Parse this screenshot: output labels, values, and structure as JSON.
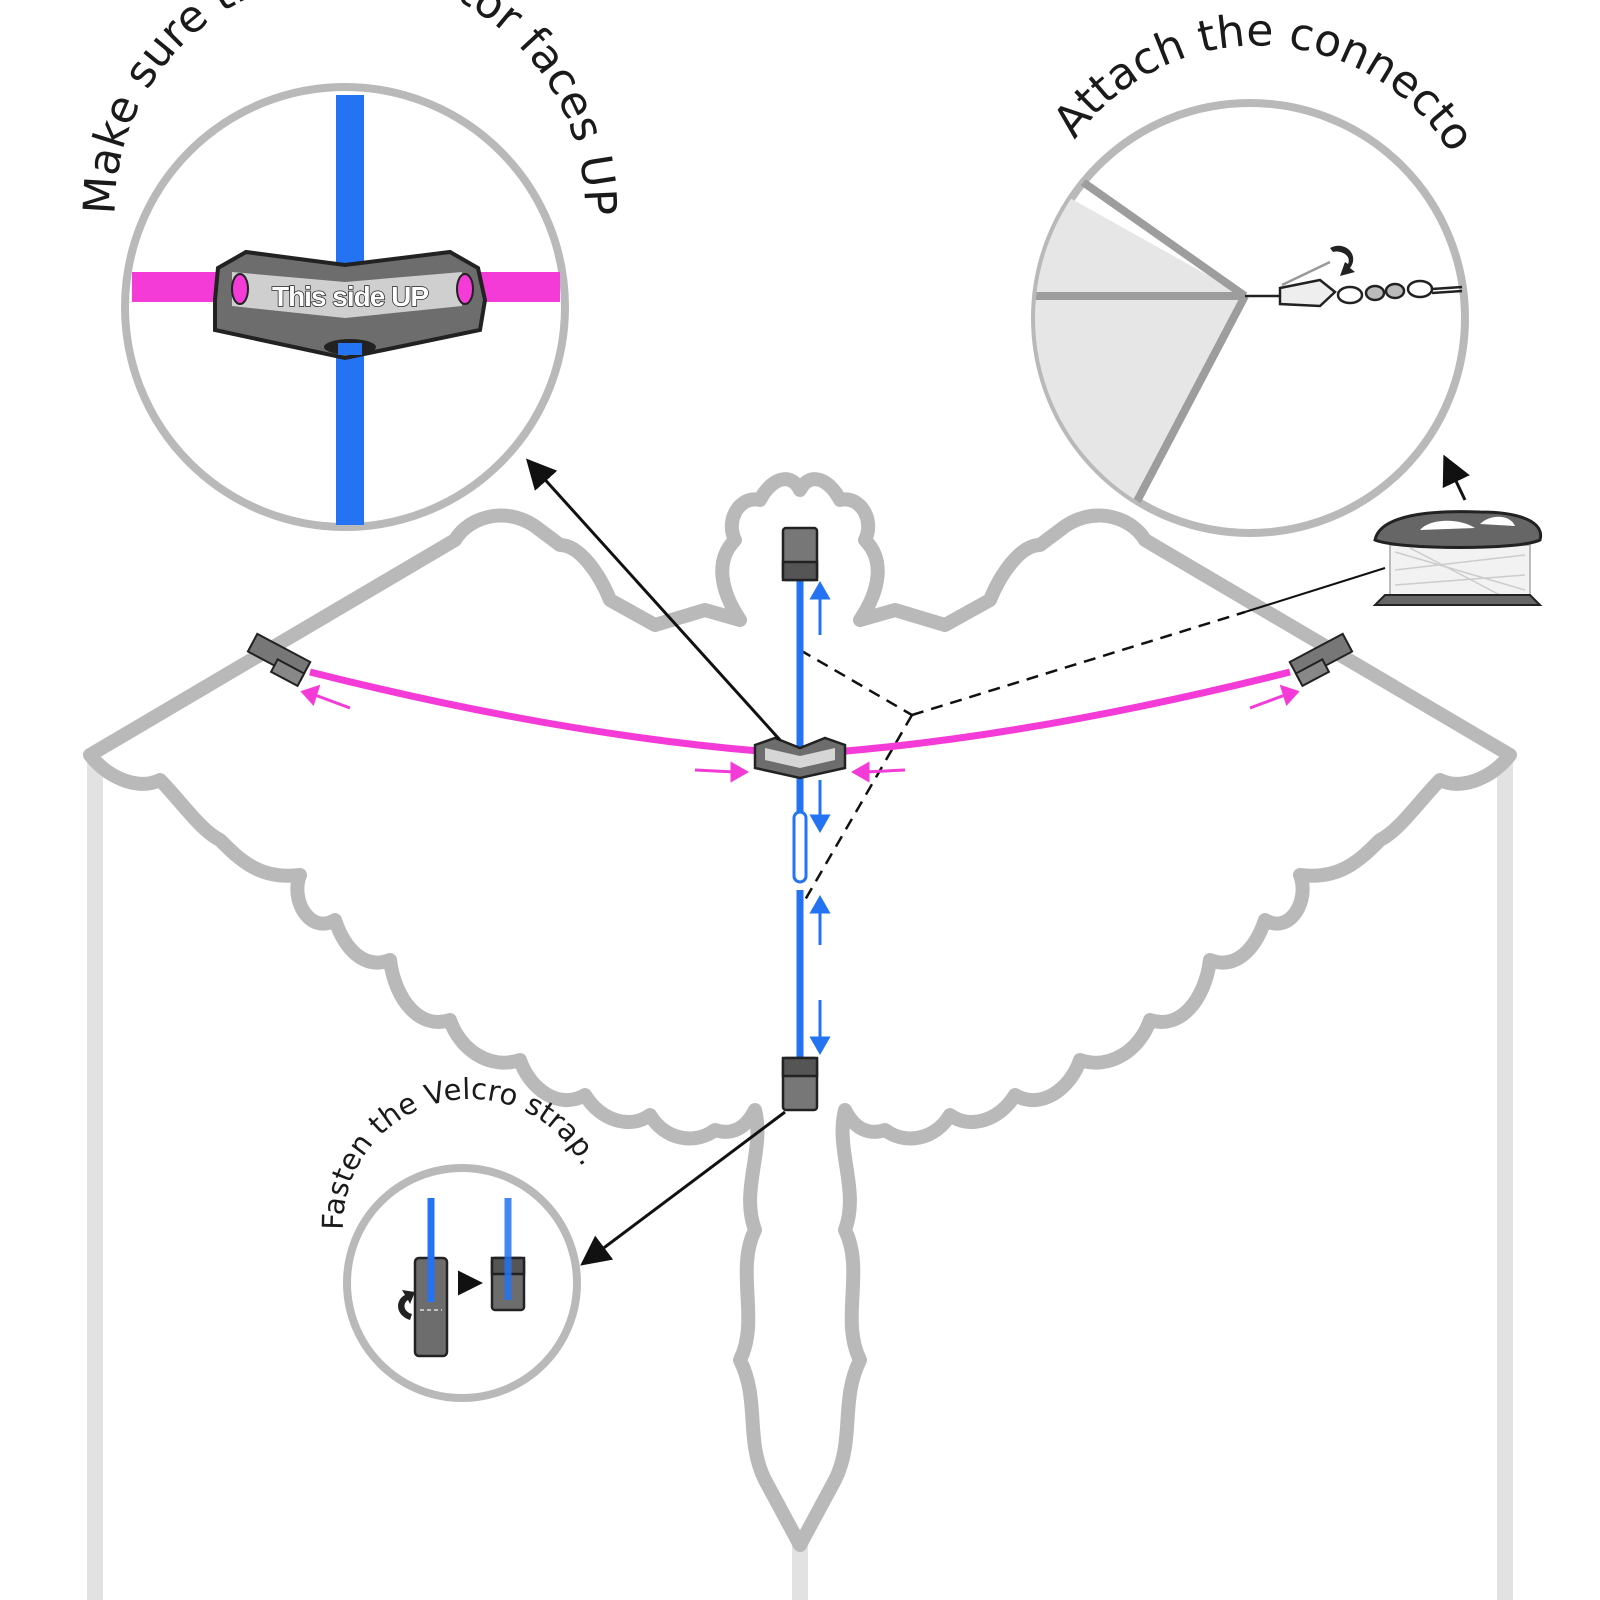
{
  "labels": {
    "connector_faces_up": "Make sure the connector faces UP.",
    "attach_connector": "Attach the connector.",
    "fasten_velcro": "Fasten the Velcro strap.",
    "this_side_up": "This side UP"
  },
  "colors": {
    "spine_rod": "#2373f2",
    "spar_rod": "#f43bd8",
    "outline": "#b9b9b9",
    "connector": "#6d6d6d",
    "connector_light": "#d6d6d6",
    "sail_fill": "#e6e6e6",
    "arrow": "#111111"
  },
  "icons": {
    "line_winder": "winder-icon",
    "snap_swivel": "snap-swivel-icon",
    "rotate_arrow": "curved-arrow-icon"
  }
}
